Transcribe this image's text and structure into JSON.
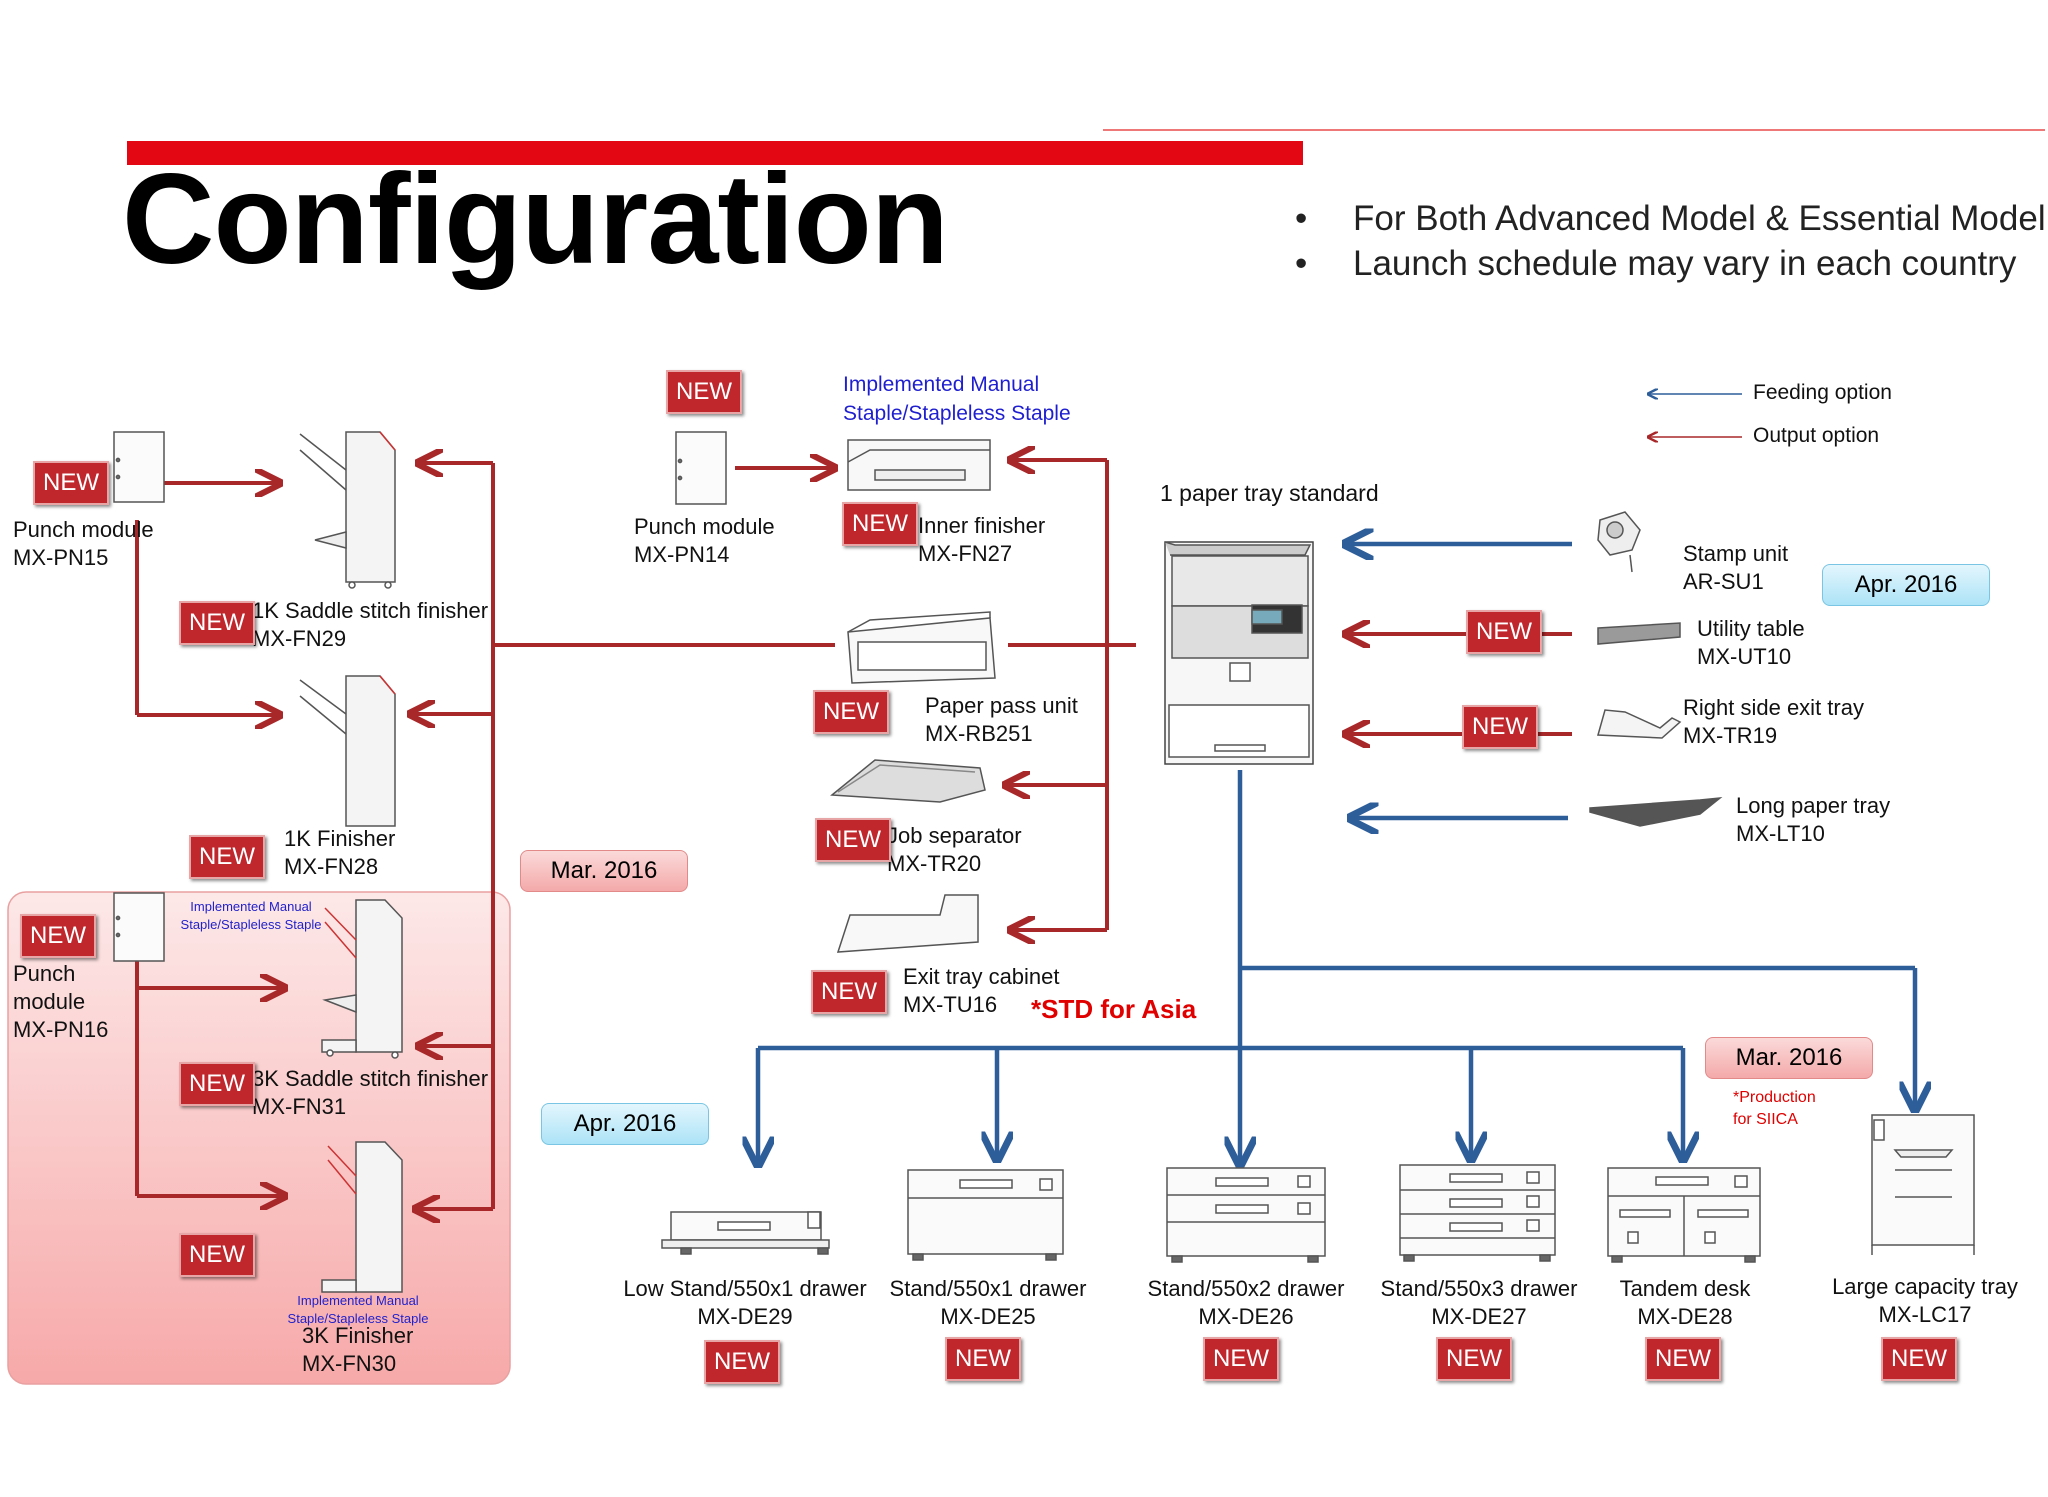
{
  "title": "Configuration",
  "bullets": [
    {
      "marker": "•",
      "text": "For Both Advanced Model & Essential Model"
    },
    {
      "marker": "•",
      "text": "Launch schedule may vary in each country"
    }
  ],
  "badge": "NEW",
  "legend": {
    "feeding": "Feeding  option",
    "output": "Output option"
  },
  "main_unit": "1 paper tray standard",
  "callouts": {
    "mar_finishers": "Mar. 2016",
    "apr_table": "Apr. 2016",
    "apr_stand": "Apr. 2016",
    "mar_lct": "Mar. 2016"
  },
  "notes": {
    "manual_staple_line1": "Implemented Manual",
    "manual_staple_line2": "Staple/Stapleless Staple",
    "manual_staple_small_line1": "Implemented Manual",
    "manual_staple_small_line2": "Staple/Stapleless Staple",
    "manual_staple_small2_line1": "Implemented Manual",
    "manual_staple_small2_line2": "Staple/Stapleless Staple",
    "std_asia": "*STD for Asia",
    "production_line1": "*Production",
    "production_line2": "for SIICA"
  },
  "left_units": {
    "pn15": {
      "name": "Punch module",
      "model": "MX-PN15"
    },
    "fn29": {
      "name": "1K Saddle stitch finisher",
      "model": "MX-FN29"
    },
    "fn28": {
      "name": "1K Finisher",
      "model": "MX-FN28"
    },
    "pn16": {
      "name1": "Punch",
      "name2": "module",
      "model": "MX-PN16"
    },
    "fn31": {
      "name": "3K Saddle stitch finisher",
      "model": "MX-FN31"
    },
    "fn30": {
      "name": "3K  Finisher",
      "model": "MX-FN30"
    }
  },
  "center_units": {
    "pn14": {
      "name": "Punch module",
      "model": "MX-PN14"
    },
    "fn27": {
      "name": "Inner finisher",
      "model": "MX-FN27"
    },
    "rb251": {
      "name": "Paper pass unit",
      "model": "MX-RB251"
    },
    "tr20": {
      "name": "Job separator",
      "model": "MX-TR20"
    },
    "tu16": {
      "name": "Exit tray cabinet",
      "model": "MX-TU16"
    }
  },
  "right_units": {
    "su1": {
      "name": "Stamp unit",
      "model": "AR-SU1"
    },
    "ut10": {
      "name": "Utility table",
      "model": "MX-UT10"
    },
    "tr19": {
      "name": "Right side exit tray",
      "model": "MX-TR19"
    },
    "lt10": {
      "name": "Long paper tray",
      "model": "MX-LT10"
    }
  },
  "bottom_units": [
    {
      "name": "Low Stand/550x1 drawer",
      "model": "MX-DE29"
    },
    {
      "name": "Stand/550x1 drawer",
      "model": "MX-DE25"
    },
    {
      "name": "Stand/550x2 drawer",
      "model": "MX-DE26"
    },
    {
      "name": "Stand/550x3 drawer",
      "model": "MX-DE27"
    },
    {
      "name": "Tandem desk",
      "model": "MX-DE28"
    },
    {
      "name": "Large capacity tray",
      "model": "MX-LC17"
    }
  ],
  "colors": {
    "accent_red": "#e30613",
    "output_arrow": "#a8282a",
    "feed_arrow": "#2e5e9a",
    "badge": "#c0272d"
  }
}
